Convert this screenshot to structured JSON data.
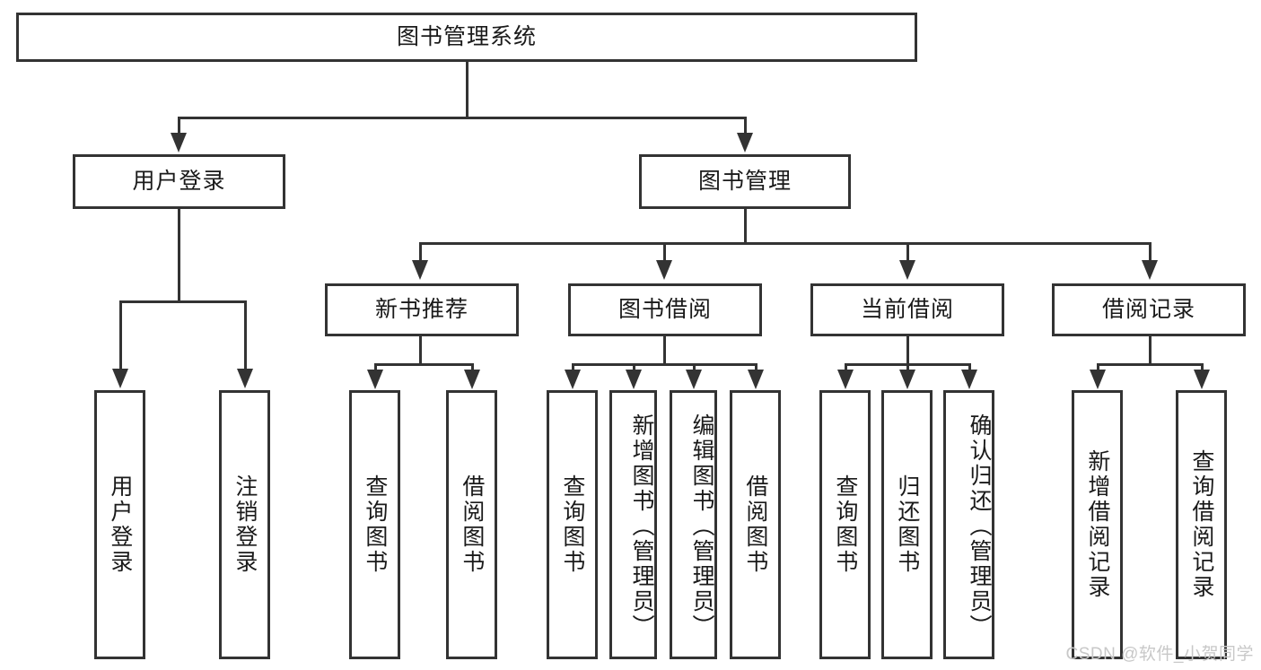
{
  "diagram": {
    "type": "tree-hierarchy",
    "title": "图书管理系统",
    "root": {
      "id": "root",
      "label": "图书管理系统"
    },
    "level2": [
      {
        "id": "user-login",
        "label": "用户登录"
      },
      {
        "id": "book-management",
        "label": "图书管理"
      }
    ],
    "level3": [
      {
        "id": "new-book-recommend",
        "label": "新书推荐",
        "parent": "book-management"
      },
      {
        "id": "book-borrow",
        "label": "图书借阅",
        "parent": "book-management"
      },
      {
        "id": "current-borrow",
        "label": "当前借阅",
        "parent": "book-management"
      },
      {
        "id": "borrow-record",
        "label": "借阅记录",
        "parent": "book-management"
      }
    ],
    "leaves": [
      {
        "id": "leaf-user-login",
        "label": "用户登录",
        "parent": "user-login"
      },
      {
        "id": "leaf-logout-login",
        "label": "注销登录",
        "parent": "user-login"
      },
      {
        "id": "leaf-query-book-1",
        "label": "查询图书",
        "parent": "new-book-recommend"
      },
      {
        "id": "leaf-borrow-book-1",
        "label": "借阅图书",
        "parent": "new-book-recommend"
      },
      {
        "id": "leaf-query-book-2",
        "label": "查询图书",
        "parent": "book-borrow"
      },
      {
        "id": "leaf-add-book",
        "label": "新增图书（管理员）",
        "parent": "book-borrow"
      },
      {
        "id": "leaf-edit-book",
        "label": "编辑图书（管理员）",
        "parent": "book-borrow"
      },
      {
        "id": "leaf-borrow-book-2",
        "label": "借阅图书",
        "parent": "book-borrow"
      },
      {
        "id": "leaf-query-book-3",
        "label": "查询图书",
        "parent": "current-borrow"
      },
      {
        "id": "leaf-return-book",
        "label": "归还图书",
        "parent": "current-borrow"
      },
      {
        "id": "leaf-confirm-return",
        "label": "确认归还（管理员）",
        "parent": "current-borrow"
      },
      {
        "id": "leaf-add-record",
        "label": "新增借阅记录",
        "parent": "borrow-record"
      },
      {
        "id": "leaf-query-record",
        "label": "查询借阅记录",
        "parent": "borrow-record"
      }
    ]
  },
  "watermark": {
    "text": "CSDN @软件_小贺同学"
  },
  "colors": {
    "line": "#333333",
    "box_border": "#333333",
    "box_fill": "#ffffff",
    "text": "#1a1a1a",
    "watermark": "#c8c8c8",
    "background": "#ffffff"
  }
}
